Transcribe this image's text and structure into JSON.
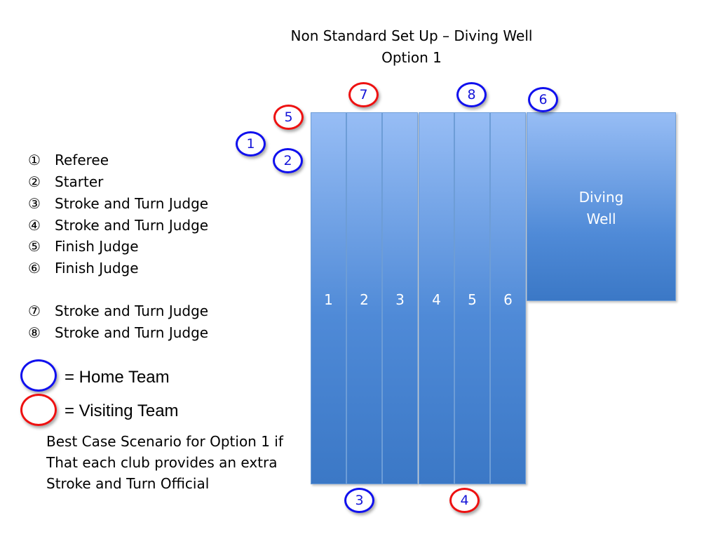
{
  "title": {
    "line1": "Non Standard Set Up – Diving Well",
    "line2": "Option 1"
  },
  "pool": {
    "lanes": [
      "1",
      "2",
      "3",
      "4",
      "5",
      "6"
    ],
    "well_label": "Diving\nWell"
  },
  "officials": [
    {
      "num": "1",
      "team": "home"
    },
    {
      "num": "2",
      "team": "home"
    },
    {
      "num": "3",
      "team": "home"
    },
    {
      "num": "4",
      "team": "visiting"
    },
    {
      "num": "5",
      "team": "visiting"
    },
    {
      "num": "6",
      "team": "home"
    },
    {
      "num": "7",
      "team": "visiting"
    },
    {
      "num": "8",
      "team": "home"
    }
  ],
  "legend": [
    {
      "symbol": "①",
      "label": "Referee"
    },
    {
      "symbol": "②",
      "label": "Starter"
    },
    {
      "symbol": "③",
      "label": "Stroke and Turn Judge"
    },
    {
      "symbol": "④",
      "label": "Stroke and Turn Judge"
    },
    {
      "symbol": "⑤",
      "label": "Finish Judge"
    },
    {
      "symbol": "⑥",
      "label": "Finish Judge"
    },
    {
      "symbol": "⑦",
      "label": "Stroke and Turn Judge"
    },
    {
      "symbol": "⑧",
      "label": "Stroke and Turn Judge"
    }
  ],
  "key": {
    "home": "= Home Team",
    "visiting": "= Visiting Team"
  },
  "note": "Best Case Scenario for Option 1 if\nThat each club provides an extra\nStroke and Turn Official",
  "colors": {
    "home": "#1010ee",
    "visiting": "#ee1111",
    "pool": "#4f8ad7"
  }
}
